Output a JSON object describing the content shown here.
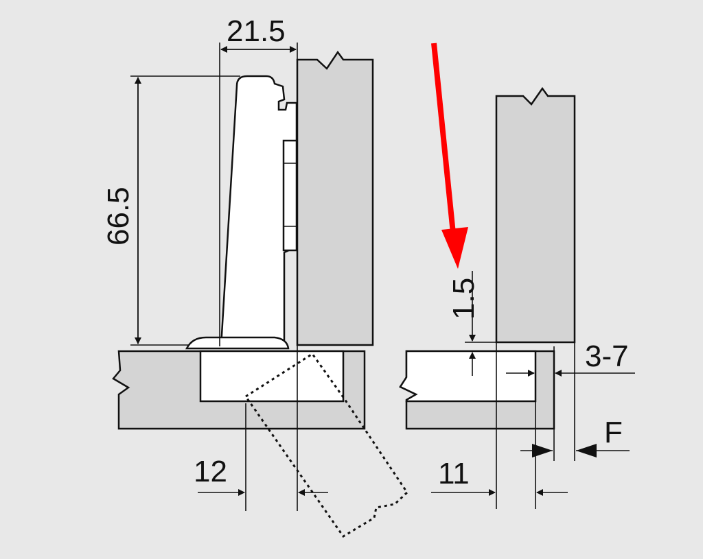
{
  "dimensions": {
    "width_hinge": "21.5",
    "height_hinge": "66.5",
    "cup_offset": "12",
    "gap": "1.5",
    "edge_distance": "3-7",
    "overlay": "F",
    "side_distance": "11"
  },
  "colors": {
    "panel_fill": "#d4d4d4",
    "hinge_fill": "#ffffff",
    "arrow": "#ff0000",
    "background": "#e8e8e8"
  }
}
